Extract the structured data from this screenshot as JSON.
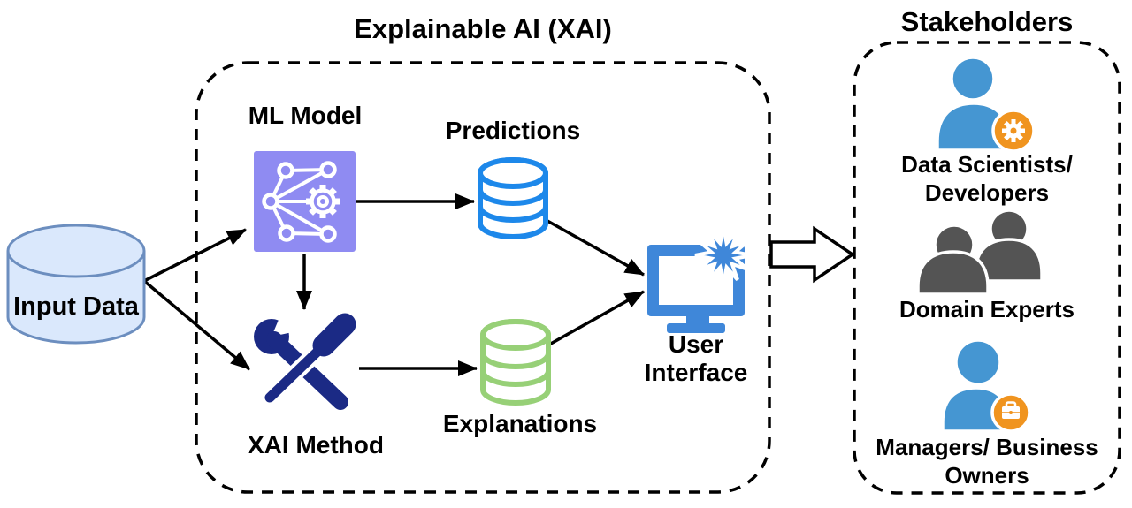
{
  "diagram": {
    "title_xai": "Explainable AI (XAI)",
    "title_stakeholders": "Stakeholders",
    "nodes": {
      "input_data": "Input Data",
      "ml_model": "ML Model",
      "predictions": "Predictions",
      "xai_method": "XAI Method",
      "explanations": "Explanations",
      "user_interface_line1": "User",
      "user_interface_line2": "Interface"
    },
    "stakeholders": {
      "item1_line1": "Data Scientists/",
      "item1_line2": "Developers",
      "item2": "Domain Experts",
      "item3_line1": "Managers/ Business",
      "item3_line2": "Owners"
    },
    "icons": {
      "input_data": "database-cylinder-icon",
      "ml_model": "neural-network-gear-icon",
      "predictions": "database-icon",
      "xai_method": "wrench-screwdriver-icon",
      "explanations": "database-icon",
      "user_interface": "monitor-starburst-icon",
      "stakeholder1": "person-gear-badge-icon",
      "stakeholder2": "two-persons-icon",
      "stakeholder3": "person-briefcase-badge-icon"
    },
    "colors": {
      "input_fill": "#dae8fc",
      "input_stroke": "#6c8ebf",
      "ml_purple": "#8f8bf2",
      "db_blue": "#1d88ea",
      "db_green": "#97d077",
      "tool_navy": "#1b2a85",
      "monitor_blue": "#3f87d9",
      "person_blue": "#4596d2",
      "person_gray": "#545454",
      "badge_orange": "#f0941f",
      "line_black": "#000000"
    }
  }
}
